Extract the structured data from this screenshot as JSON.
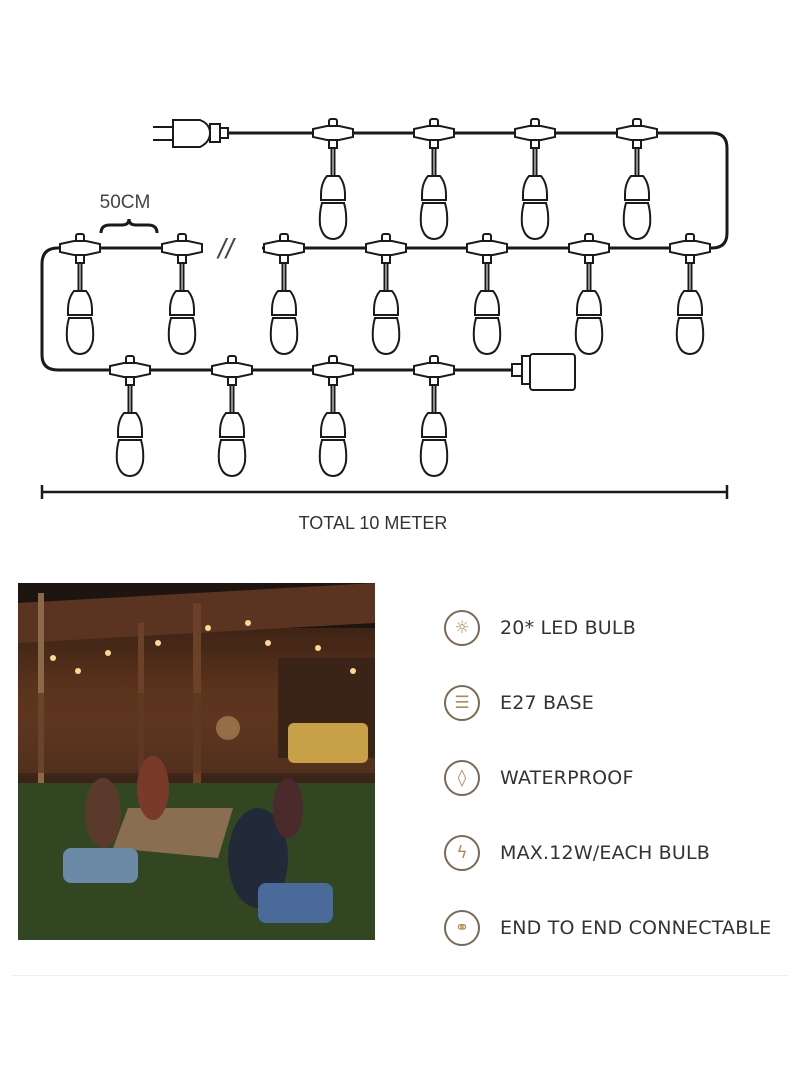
{
  "diagram": {
    "spacing_label": "50CM",
    "total_label": "TOTAL 10 METER",
    "break_mark": "//"
  },
  "features": [
    {
      "icon": "bulb-icon",
      "glyph": "☼",
      "label": "20* LED BULB"
    },
    {
      "icon": "e27-base-icon",
      "glyph": "☰",
      "label": "E27 BASE"
    },
    {
      "icon": "water-drop-icon",
      "glyph": "◊",
      "label": "WATERPROOF"
    },
    {
      "icon": "lightning-icon",
      "glyph": "ϟ",
      "label": "MAX.12W/EACH BULB"
    },
    {
      "icon": "connector-icon",
      "glyph": "⚭",
      "label": "END TO END CONNECTABLE"
    }
  ],
  "colors": {
    "line": "#1a1a1a",
    "icon": "#b08a55",
    "text": "#333333"
  }
}
